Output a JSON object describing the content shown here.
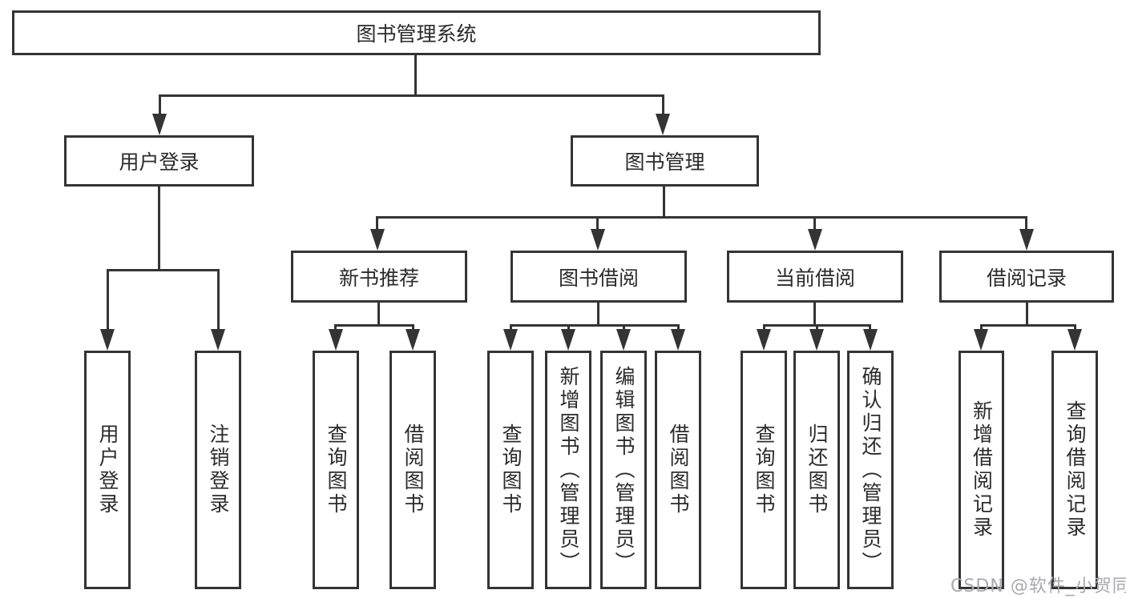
{
  "diagram": {
    "tree": {
      "label": "图书管理系统",
      "children": [
        {
          "label": "用户登录",
          "children": [
            {
              "label": "用户登录"
            },
            {
              "label": "注销登录"
            }
          ]
        },
        {
          "label": "图书管理",
          "children": [
            {
              "label": "新书推荐",
              "children": [
                {
                  "label": "查询图书"
                },
                {
                  "label": "借阅图书"
                }
              ]
            },
            {
              "label": "图书借阅",
              "children": [
                {
                  "label": "查询图书"
                },
                {
                  "label": "新增图书（管理员）"
                },
                {
                  "label": "编辑图书（管理员）"
                },
                {
                  "label": "借阅图书"
                }
              ]
            },
            {
              "label": "当前借阅",
              "children": [
                {
                  "label": "查询图书"
                },
                {
                  "label": "归还图书"
                },
                {
                  "label": "确认归还（管理员）"
                }
              ]
            },
            {
              "label": "借阅记录",
              "children": [
                {
                  "label": "新增借阅记录"
                },
                {
                  "label": "查询借阅记录"
                }
              ]
            }
          ]
        }
      ]
    }
  },
  "watermark": {
    "text": "CSDN @软件_小贺同学"
  },
  "colors": {
    "line": "#343434",
    "text": "#2b2b2b",
    "background": "#ffffff",
    "watermark": "#a9a9ae"
  }
}
